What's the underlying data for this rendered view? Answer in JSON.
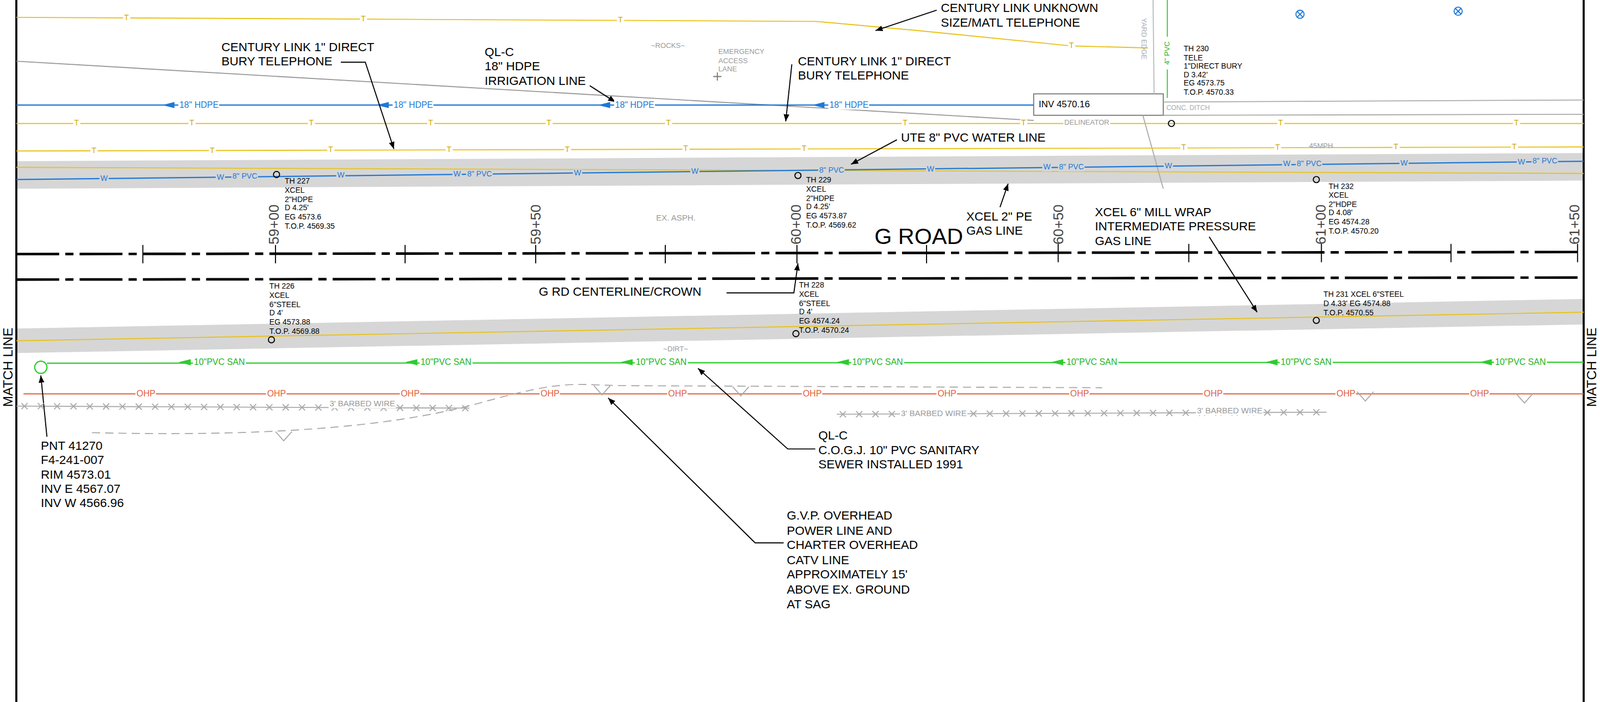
{
  "diagram": {
    "labels": [
      "CENTURY LINK UNKNOWN SIZE/MATL TELEPHONE",
      "CENTURY LINK 1\" DIRECT BURY TELEPHONE",
      "QL-C 18\" HDPE IRRIGATION LINE",
      "~ROCKS~",
      "EMERGENCY ACCESS LANE",
      "CENTURY LINK 1\" DIRECT BURY TELEPHONE",
      "YARD EDGE",
      "4\" PVC",
      "TH 230 TELE 1\"DIRECT BURY D 3.42' EG 4573.75 T.O.P. 4570.33",
      "INV 4570.16",
      "CONC. DITCH",
      "DELINEATOR",
      "45MPH",
      "UTE 8\" PVC WATER LINE",
      "TH 227 XCEL 2\"HDPE D 4.25' EG 4573.6 T.O.P. 4569.35",
      "59+00",
      "59+50",
      "EX. ASPH.",
      "TH 229 XCEL 2\"HDPE D 4.25' EG 4573.87 T.O.P. 4569.62",
      "60+00",
      "G ROAD",
      "XCEL 2\" PE GAS LINE",
      "60+50",
      "XCEL 6\" MILL WRAP INTERMEDIATE PRESSURE GAS LINE",
      "TH 232 XCEL 2\"HDPE D 4.08' EG 4574.28 T.O.P. 4570.20",
      "61+00",
      "61+50",
      "MATCH LINE",
      "MATCH LINE",
      "TH 226 XCEL 6\"STEEL D 4' EG 4573.88 T.O.P. 4569.88",
      "G RD CENTERLINE/CROWN",
      "TH 228 XCEL 6\"STEEL D 4' EG 4574.24 T.O.P. 4570.24",
      "TH 231 XCEL 6\"STEEL D 4.33' EG 4574.88 T.O.P. 4570.55",
      "~DIRT~",
      "3' BARBED WIRE",
      "3' BARBED WIRE",
      "3' BARBED WIRE",
      "PNT 41270 F4-241-007 RIM 4573.01 INV E 4567.07 INV W 4566.96",
      "QL-C C.O.G.J. 10\" PVC SANITARY SEWER INSTALLED 1991",
      "G.V.P. OVERHEAD POWER LINE AND CHARTER OVERHEAD CATV LINE APPROXIMATELY 15' ABOVE EX. GROUND AT SAG",
      "18\" HDPE",
      "18\" HDPE",
      "18\" HDPE",
      "18\" HDPE",
      "8\" PVC",
      "8\" PVC",
      "8\" PVC",
      "8\" PVC",
      "8\" PVC",
      "8\" PVC",
      "10\"PVC SAN",
      "10\"PVC SAN",
      "10\"PVC SAN",
      "10\"PVC SAN",
      "10\"PVC SAN",
      "10\"PVC SAN",
      "10\"PVC SAN",
      "OHP",
      "OHP",
      "OHP",
      "OHP",
      "OHP",
      "OHP",
      "OHP",
      "OHP",
      "OHP",
      "OHP",
      "OHP",
      "W",
      "W",
      "W",
      "W",
      "W",
      "W",
      "W",
      "W",
      "W",
      "W",
      "W",
      "W",
      "T",
      "T",
      "T",
      "T",
      "T",
      "T",
      "T",
      "T",
      "T",
      "T",
      "T",
      "T",
      "T",
      "T",
      "T",
      "T",
      "T",
      "T",
      "T",
      "T",
      "T",
      "T",
      "T",
      "T",
      "T"
    ]
  }
}
